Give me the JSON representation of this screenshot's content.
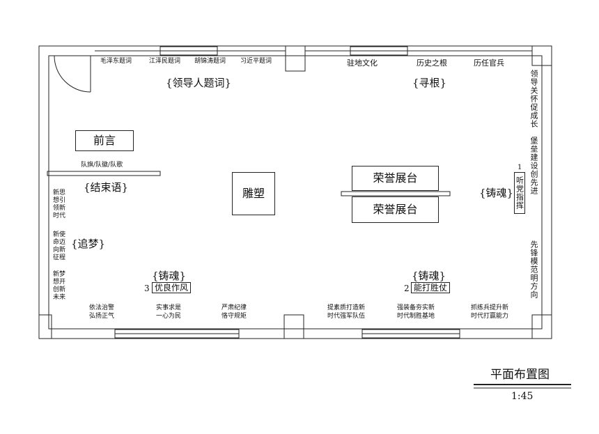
{
  "title": "平面布置图",
  "scale": "1:45",
  "top_wall": {
    "inscriptions": [
      "毛泽东题词",
      "江泽民题词",
      "胡锦涛题词",
      "习近平题词"
    ],
    "right_items": [
      "驻地文化",
      "历史之根",
      "历任官兵"
    ]
  },
  "zones": {
    "leader_inscriptions": "{领导人题词}",
    "root": "{寻根}",
    "preface": "前言",
    "flags": "队旗/队徽/队歌",
    "conclusion": "{结束语}",
    "sculpture": "雕塑",
    "honor_top": "荣誉展台",
    "honor_bottom": "荣誉展台",
    "soul_right": "{铸魂}",
    "dream": "{追梦}",
    "soul_left": "{铸魂}",
    "soul_mid": "{铸魂}"
  },
  "soul_items": {
    "listen_num": "1",
    "listen": "听党指挥",
    "win_num": "2",
    "win": "能打胜仗",
    "style_num": "3",
    "style": "优良作风"
  },
  "left_wall": [
    "新思想引领新时代",
    "新使命迈向新征程",
    "新梦想开创新未来"
  ],
  "right_wall": [
    "领导关怀促成长",
    "堡垒建设创先进",
    "先锋模范明方向"
  ],
  "bottom_wall": [
    [
      "依法治警",
      "弘扬正气"
    ],
    [
      "实事求是",
      "一心为民"
    ],
    [
      "严肃纪律",
      "恪守规矩"
    ],
    [
      "提素质打造新",
      "时代强军队伍"
    ],
    [
      "强装备夯实新",
      "时代制胜基地"
    ],
    [
      "抓练兵提升新",
      "时代打赢能力"
    ]
  ]
}
